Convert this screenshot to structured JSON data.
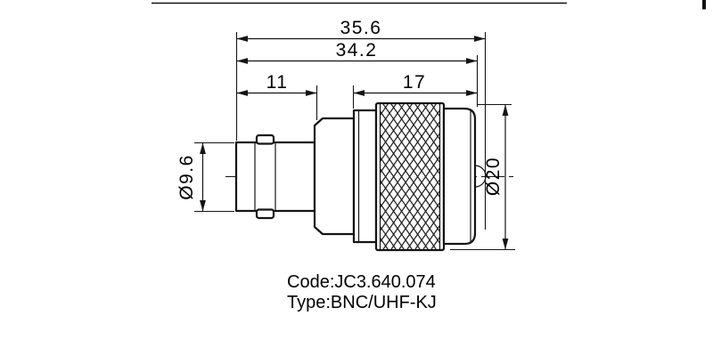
{
  "drawing": {
    "title_hint": "BNC/UHF-KJ adapter outline drawing",
    "dimensions": {
      "overall_length": "35.6",
      "body_length": "34.2",
      "bnc_section_length": "11",
      "coupler_section_length": "17",
      "bnc_diameter": "Ø9.6",
      "body_diameter": "Ø20"
    },
    "caption": {
      "code_label": "Code:JC3.640.074",
      "type_label": "Type:BNC/UHF-KJ"
    },
    "colors": {
      "line": "#141414",
      "background": "#ffffff"
    }
  }
}
